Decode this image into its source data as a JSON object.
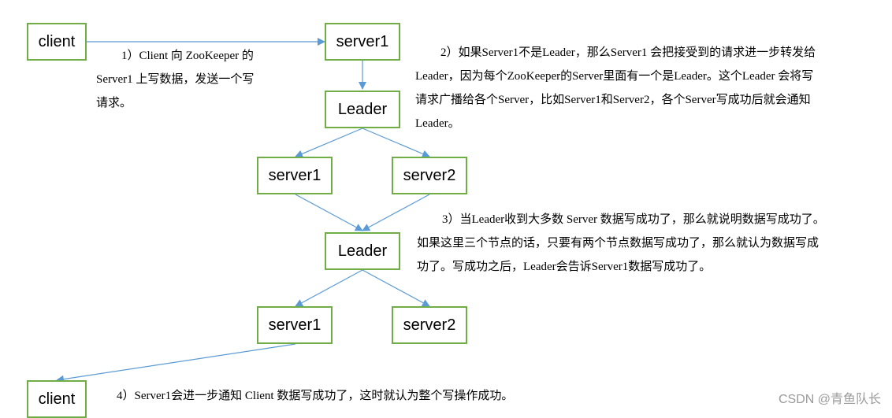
{
  "colors": {
    "node_border": "#70ad47",
    "connector": "#5b9bd5",
    "text": "#000000"
  },
  "nodes": {
    "client_top": "client",
    "server1_top": "server1",
    "leader_1": "Leader",
    "server1_mid": "server1",
    "server2_mid": "server2",
    "leader_2": "Leader",
    "server1_bottom": "server1",
    "server2_bottom": "server2",
    "client_bottom": "client"
  },
  "notes": {
    "step1_line1": "1）Client 向 ZooKeeper 的",
    "step1_line2": "Server1 上写数据，发送一个写",
    "step1_line3": "请求。",
    "step2_line1": "2）如果Server1不是Leader，那么Server1 会把接受到的请求进一步转发给",
    "step2_line2": "Leader，因为每个ZooKeeper的Server里面有一个是Leader。这个Leader 会将写",
    "step2_line3": "请求广播给各个Server，比如Server1和Server2，各个Server写成功后就会通知",
    "step2_line4": "Leader。",
    "step3_line1": "3）当Leader收到大多数 Server 数据写成功了，那么就说明数据写成功了。",
    "step3_line2": "如果这里三个节点的话，只要有两个节点数据写成功了，那么就认为数据写成",
    "step3_line3": "功了。写成功之后，Leader会告诉Server1数据写成功了。",
    "step4_line1": "4）Server1会进一步通知 Client 数据写成功了，这时就认为整个写操作成功。"
  },
  "watermark": "CSDN @青鱼队长"
}
